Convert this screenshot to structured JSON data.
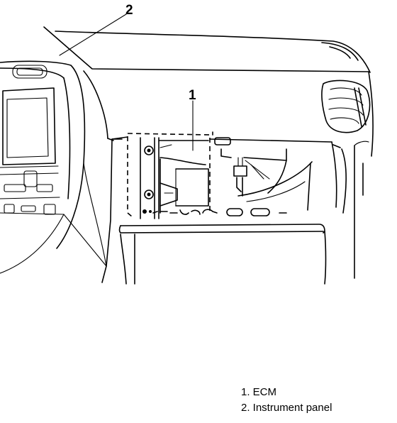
{
  "callouts": {
    "ecm_number": "1",
    "instrument_panel_number": "2"
  },
  "legend": {
    "items": [
      {
        "label": "1. ECM"
      },
      {
        "label": "2. Instrument panel"
      }
    ]
  }
}
